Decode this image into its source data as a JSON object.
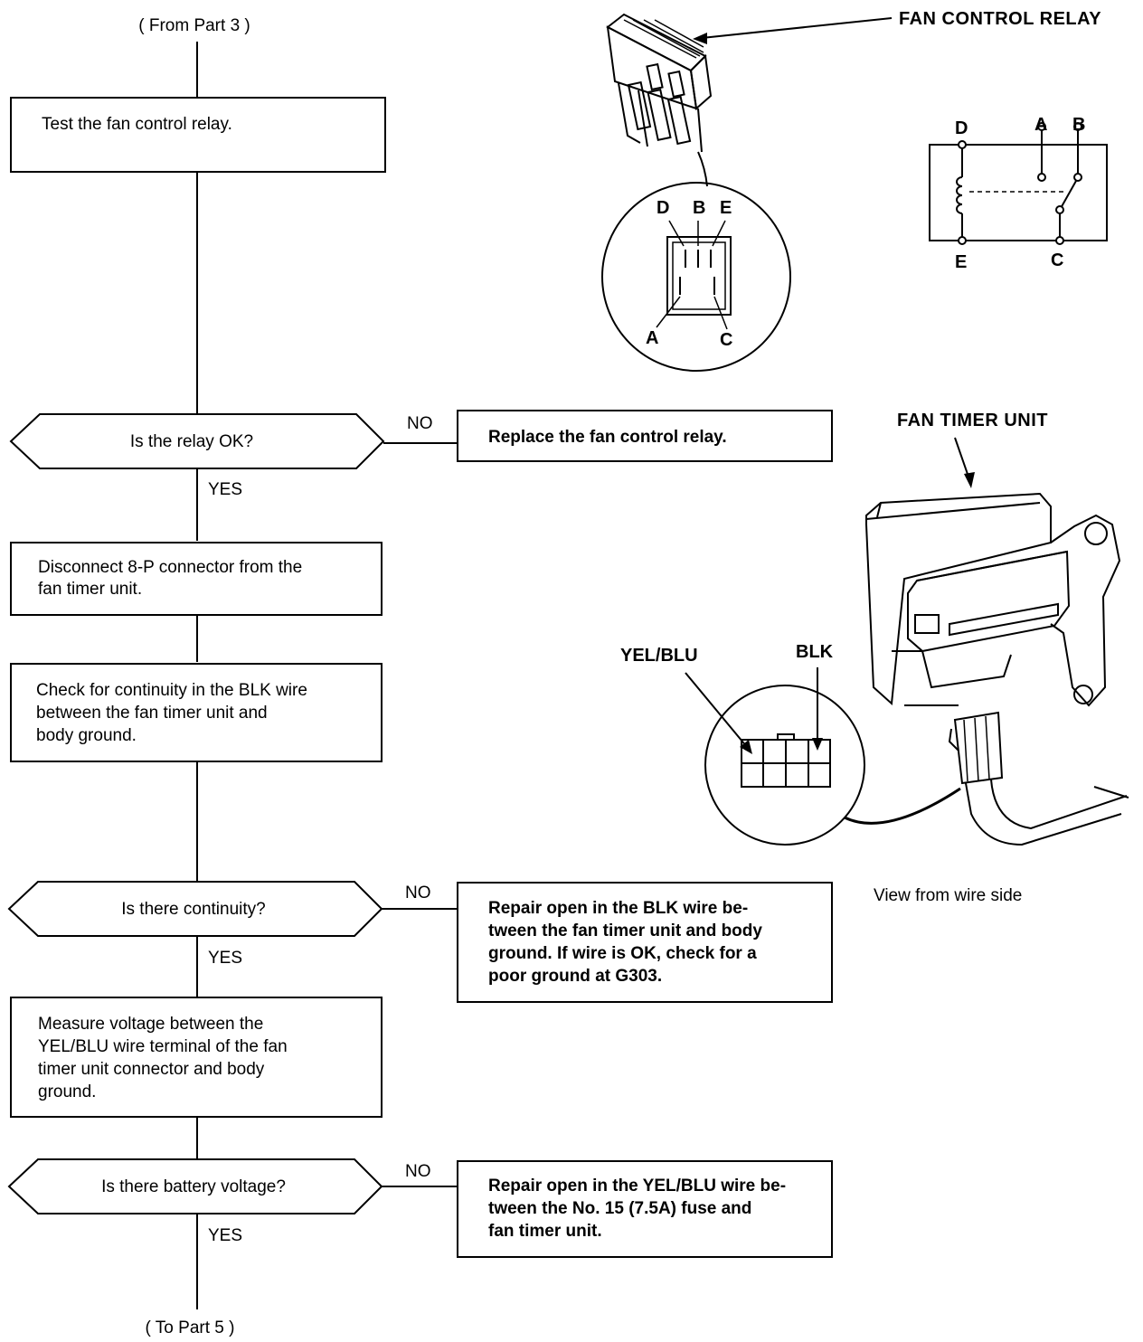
{
  "flow": {
    "from": "( From Part 3 )",
    "to": "( To Part 5 )",
    "step1": [
      "Test the fan control relay."
    ],
    "q1": "Is the relay OK?",
    "q1_no_action": [
      "Replace the fan control relay."
    ],
    "step2": [
      "Disconnect 8-P connector from the",
      "fan timer unit."
    ],
    "step3": [
      "Check for continuity in the BLK wire",
      "between the fan timer unit and",
      "body ground."
    ],
    "q2": "Is there continuity?",
    "q2_no_action": [
      "Repair open in the BLK wire be-",
      "tween the fan timer unit and body",
      "ground. If wire is OK, check for a",
      "poor ground at G303."
    ],
    "step4": [
      "Measure voltage between the",
      "YEL/BLU wire terminal of the fan",
      "timer unit connector and body",
      "ground."
    ],
    "q3": "Is there battery voltage?",
    "q3_no_action": [
      "Repair open in the YEL/BLU wire be-",
      "tween the No. 15 (7.5A) fuse and",
      "fan timer unit."
    ],
    "yes": "YES",
    "no": "NO"
  },
  "relay": {
    "title": "FAN CONTROL RELAY",
    "connector_terminals": [
      "D",
      "B",
      "E",
      "A",
      "C"
    ],
    "schematic_terminals": [
      "D",
      "A",
      "B",
      "E",
      "C"
    ]
  },
  "timer": {
    "title": "FAN TIMER UNIT",
    "wire_yel_blu": "YEL/BLU",
    "wire_blk": "BLK",
    "caption": "View from wire side"
  }
}
